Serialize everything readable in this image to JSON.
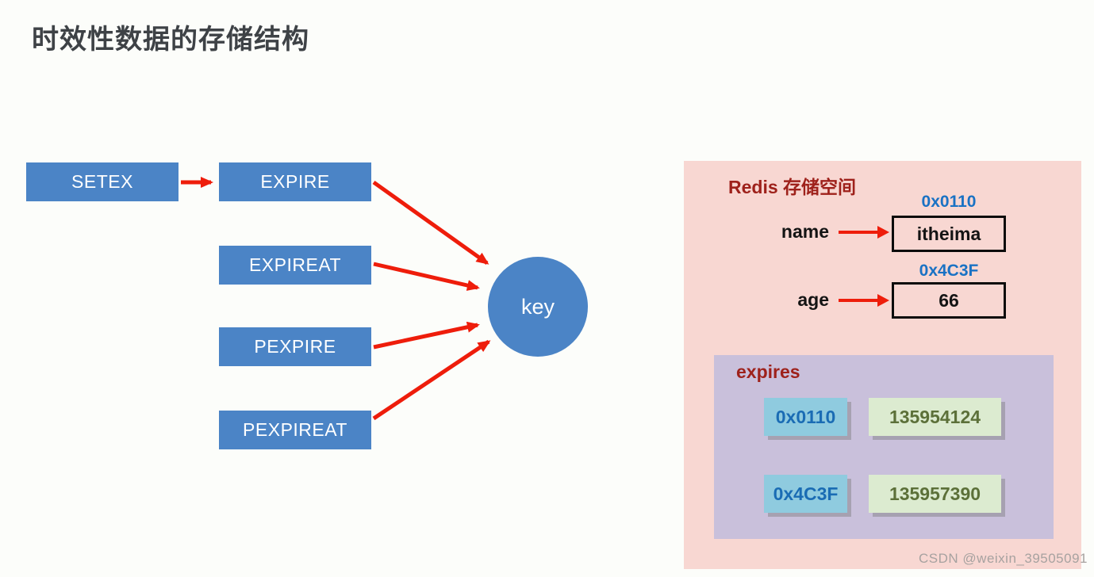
{
  "page": {
    "title": "时效性数据的存储结构",
    "watermark": "CSDN @weixin_39505091"
  },
  "colors": {
    "node_blue": "#4b84c6",
    "arrow_red": "#ee1d0b",
    "panel_pink": "#f8d7d2",
    "panel_purple": "#c9c0db",
    "address_blue": "#1a72c4",
    "hash_chip_bg": "#8fcbdf",
    "timestamp_chip_bg": "#dcebd0",
    "timestamp_text": "#5c7039",
    "heading_dark_red": "#9e211b"
  },
  "flow": {
    "commands": [
      "SETEX",
      "EXPIRE",
      "EXPIREAT",
      "PEXPIRE",
      "PEXPIREAT"
    ],
    "key_label": "key"
  },
  "storage": {
    "title": "Redis 存储空间",
    "entries": [
      {
        "key": "name",
        "address": "0x0110",
        "value": "itheima"
      },
      {
        "key": "age",
        "address": "0x4C3F",
        "value": "66"
      }
    ],
    "expires": {
      "title": "expires",
      "rows": [
        {
          "address": "0x0110",
          "timestamp": "135954124"
        },
        {
          "address": "0x4C3F",
          "timestamp": "135957390"
        }
      ]
    }
  }
}
